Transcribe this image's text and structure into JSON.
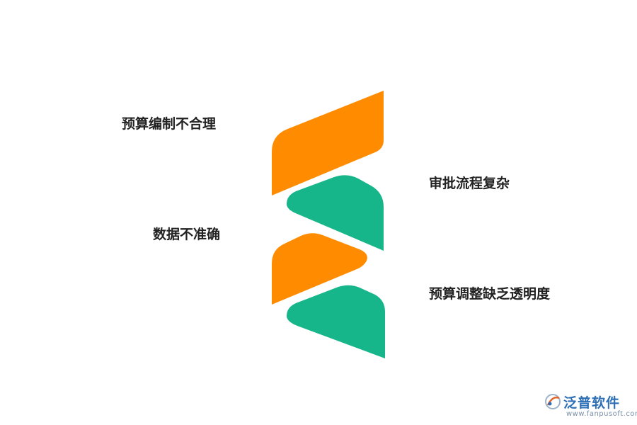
{
  "labels": {
    "item1": "预算编制不合理",
    "item2": "审批流程复杂",
    "item3": "数据不准确",
    "item4": "预算调整缺乏透明度"
  },
  "colors": {
    "orange": "#FF8C00",
    "green": "#16B58A"
  },
  "watermark": {
    "name": "泛普软件",
    "url": "www.fanpusoft.com",
    "logo_icon": "fanpu-logo-icon"
  }
}
